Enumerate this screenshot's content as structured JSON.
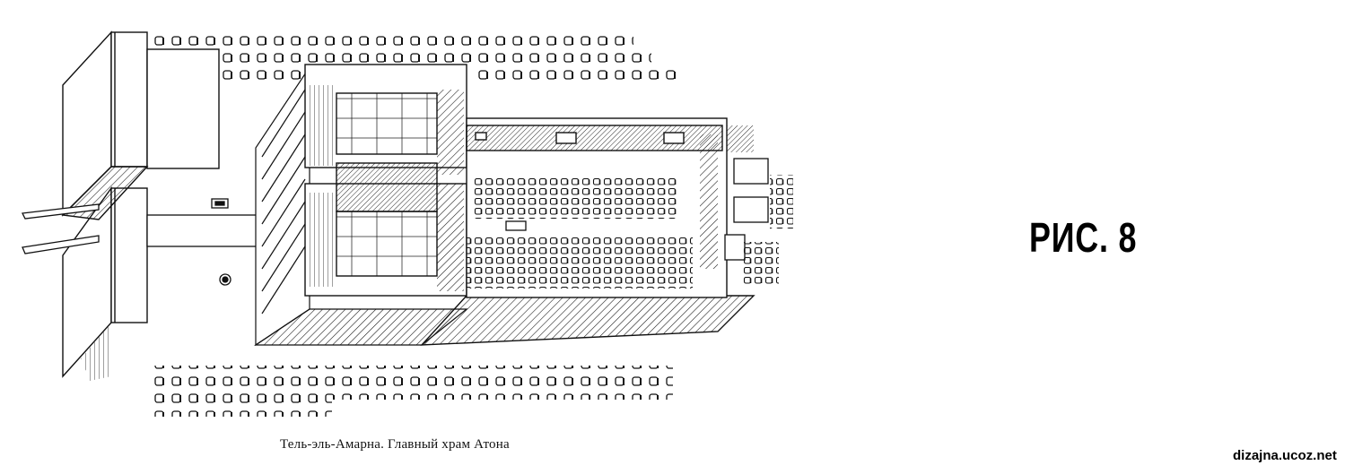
{
  "figure": {
    "label": "РИС. 8",
    "caption": "Тель-эль-Амарна. Главный храм Атона"
  },
  "watermark": {
    "text": "dizajna.ucoz.net"
  },
  "colors": {
    "ink": "#111111",
    "paper": "#ffffff"
  }
}
